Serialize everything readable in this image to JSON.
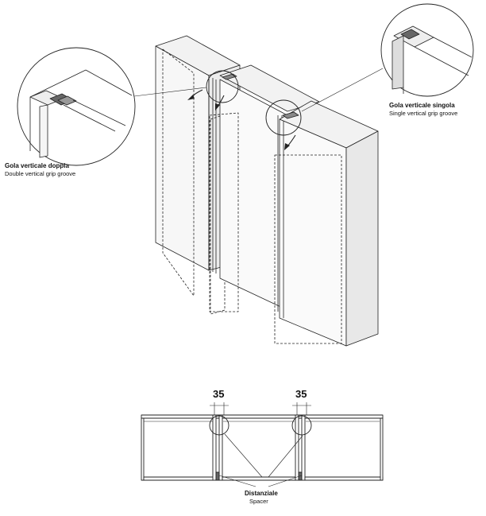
{
  "callouts": {
    "double": {
      "title": "Gola verticale doppia",
      "subtitle": "Double vertical grip groove"
    },
    "single": {
      "title": "Gola verticale singola",
      "subtitle": "Single vertical grip groove"
    }
  },
  "plan": {
    "dimension_left": "35",
    "dimension_right": "35",
    "spacer_title": "Distanziale",
    "spacer_subtitle": "Spacer"
  }
}
